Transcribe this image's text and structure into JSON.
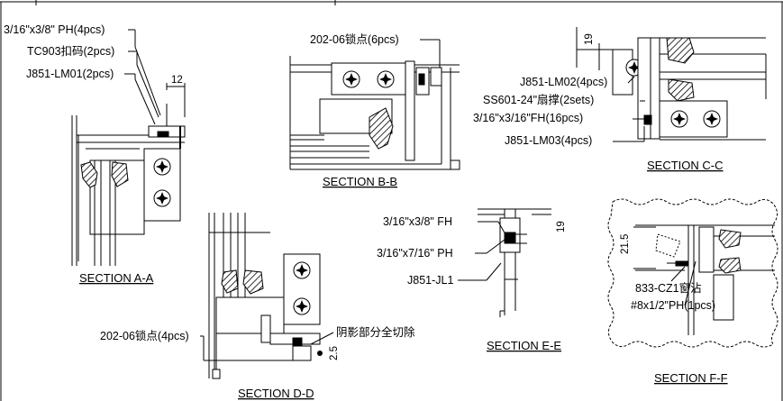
{
  "sections": {
    "a": {
      "title": "SECTION A-A",
      "labels": [
        "3/16\"x3/8\" PH(4pcs)",
        "TC903扣码(2pcs)",
        "J851-LM01(2pcs)"
      ],
      "dim": "12"
    },
    "b": {
      "title": "SECTION B-B",
      "labels": [
        "202-06锁点(6pcs)"
      ]
    },
    "c": {
      "title": "SECTION C-C",
      "labels": [
        "J851-LM02(4pcs)",
        "SS601-24\"扇撑(2sets)",
        "3/16\"x3/16\"FH(16pcs)",
        "J851-LM03(4pcs)"
      ],
      "dim": "19"
    },
    "d": {
      "title": "SECTION D-D",
      "labels": [
        "202-06锁点(4pcs)",
        "阴影部分全切除"
      ],
      "dim": "2.5"
    },
    "e": {
      "title": "SECTION E-E",
      "labels": [
        "3/16\"x3/8\" FH",
        "3/16\"x7/16\" PH",
        "J851-JL1"
      ],
      "dim": "19"
    },
    "f": {
      "title": "SECTION F-F",
      "labels": [
        "833-CZ1窗沾",
        "#8x1/2\"PH(1pcs)"
      ],
      "dim": "21.5"
    }
  }
}
